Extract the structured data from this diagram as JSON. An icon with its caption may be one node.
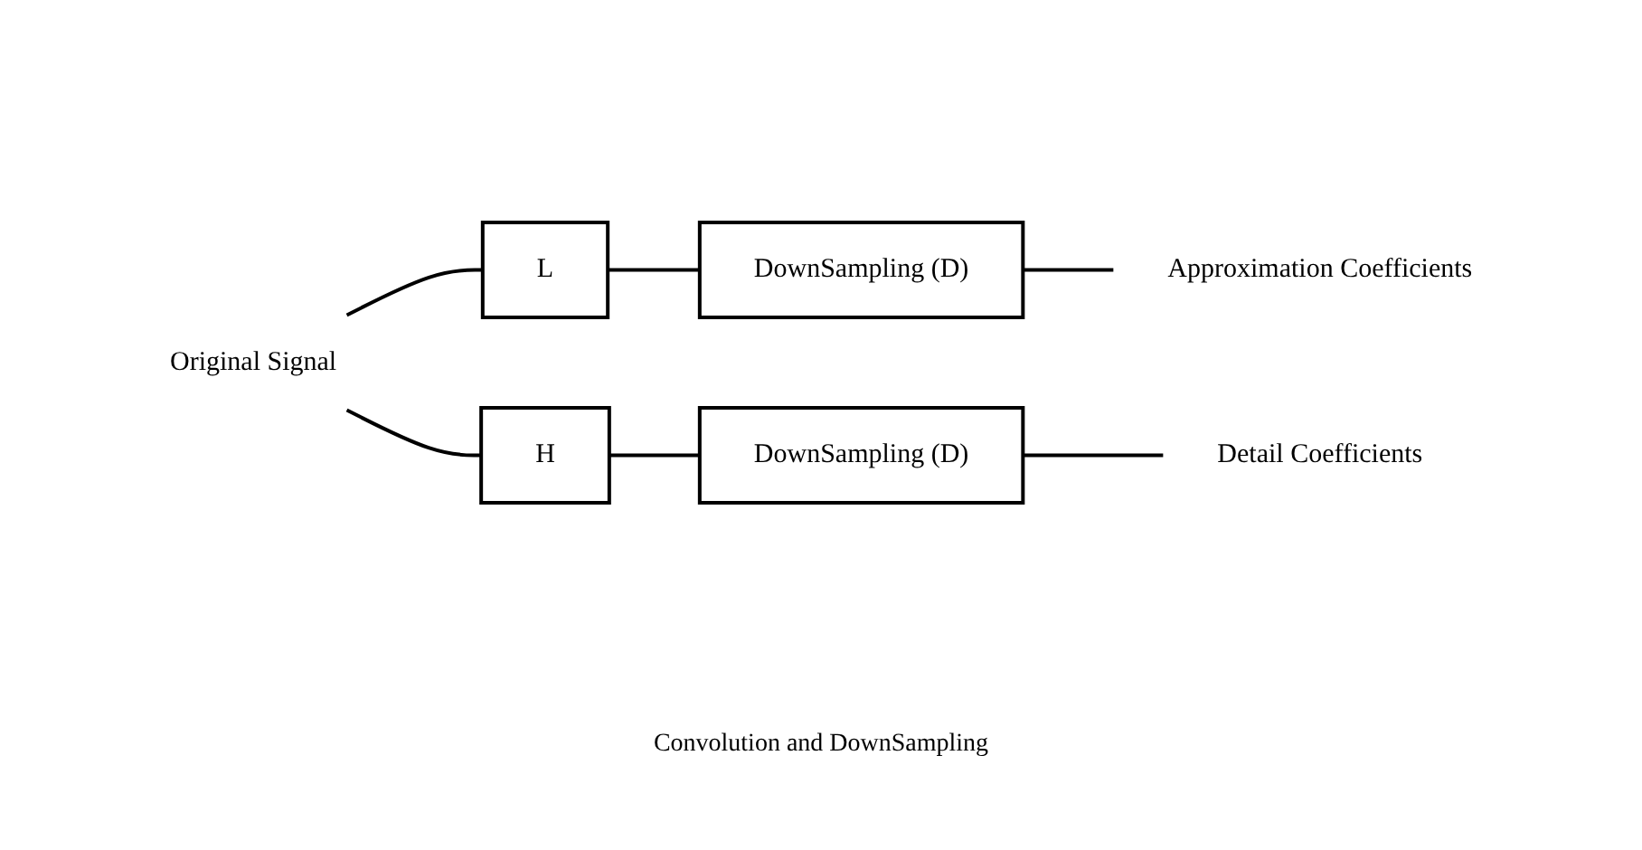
{
  "diagram": {
    "nodes": [
      {
        "text": [
          "Original Signal"
        ]
      },
      {
        "text": [
          "L"
        ]
      },
      {
        "text": [
          "DownSampling (D)"
        ]
      },
      {
        "text": [
          "Approximation Coefficients"
        ]
      },
      {
        "text": [
          "H"
        ]
      },
      {
        "text": [
          "DownSampling (D)"
        ]
      },
      {
        "text": [
          "Detail Coefficients"
        ]
      }
    ],
    "edges": [
      {
        "from": 0,
        "to": 1,
        "arrow": "none"
      },
      {
        "from": 0,
        "to": 4,
        "arrow": "none"
      },
      {
        "from": 1,
        "to": 2,
        "arrow": "none"
      },
      {
        "from": 2,
        "to": 3,
        "arrow": "none"
      },
      {
        "from": 4,
        "to": 5,
        "arrow": "none"
      },
      {
        "from": 5,
        "to": 6,
        "arrow": "none"
      }
    ],
    "labels": [
      "Convolution and DownSampling"
    ]
  }
}
